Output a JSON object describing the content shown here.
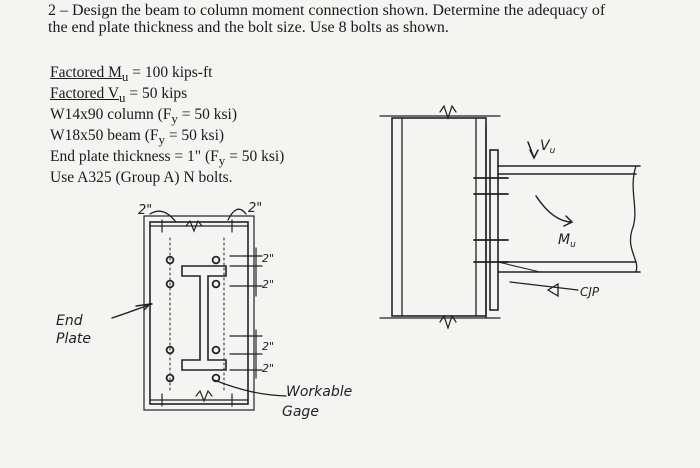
{
  "problem": {
    "number": "2",
    "text_line1": "Design the beam to column moment connection shown. Determine the adequacy of",
    "text_line2": "the end plate thickness and the bolt size. Use 8 bolts as shown."
  },
  "given": {
    "mu_label": "Factored M",
    "mu_sub": "u",
    "mu_value": " = 100 kips-ft",
    "vu_label": "Factored V",
    "vu_sub": "u",
    "vu_value": " = 50 kips",
    "column": "W14x90 column (F",
    "column_sub": "y",
    "column_rest": " = 50 ksi)",
    "beam": "W18x50 beam (F",
    "beam_sub": "y",
    "beam_rest": " = 50 ksi)",
    "plate": "End plate thickness = 1\" (F",
    "plate_sub": "y",
    "plate_rest": " = 50 ksi)",
    "bolts": "Use A325 (Group A) N bolts."
  },
  "sketch": {
    "dim_2in_a": "2\"",
    "dim_2in_b": "2\"",
    "dim_2_top1": "2\"",
    "dim_2_top2": "2\"",
    "dim_2_bot1": "2\"",
    "dim_2_bot2": "2\"",
    "end_plate_1": "End",
    "end_plate_2": "Plate",
    "workable_1": "Workable",
    "workable_2": "Gage",
    "vu_label": "V",
    "vu_sub": "u",
    "mu_label": "M",
    "mu_sub": "u",
    "csp_label": "CJP"
  }
}
